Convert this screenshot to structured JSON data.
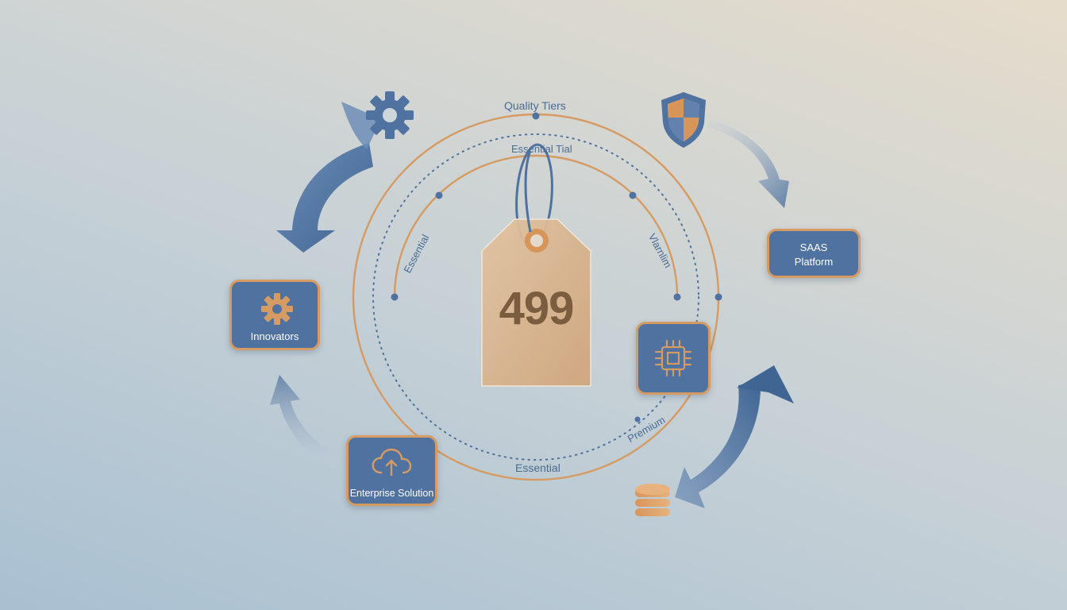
{
  "diagram": {
    "title": "Quality Tiers",
    "inner_ring_label": "Essential Tial",
    "arc_labels": {
      "left": "Essential",
      "right": "Vlarnlim",
      "bottom_right": "Premium",
      "bottom": "Essential"
    },
    "price": "499",
    "nodes": {
      "innovators": "Innovators",
      "saas_line1": "SAAS",
      "saas_line2": "Platform",
      "enterprise": "Enterprise Solution"
    },
    "icons": [
      "gear-icon",
      "shield-icon",
      "chip-icon",
      "cloud-upload-icon",
      "coin-stack-icon",
      "cycle-arrow-icon"
    ],
    "colors": {
      "box_fill": "#4f72a0",
      "accent_orange": "#d59b62",
      "arrow_blue": "#4f72a0",
      "tag_fill": "#dcb692"
    }
  }
}
